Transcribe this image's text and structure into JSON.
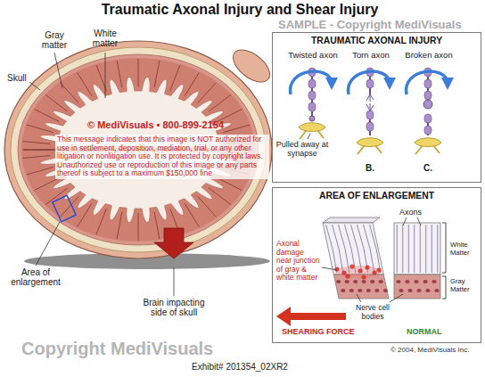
{
  "diagram": {
    "title": "Traumatic Axonal Injury and Shear Injury",
    "caption": "Exhibit# 201354_02XR2",
    "nodes": [
      {
        "text": [
          "TRAUMATIC AXONAL INJURY",
          "Twisted axon",
          "Torn axon",
          "Broken axon",
          "Pulled away at synapse",
          "B.",
          "C."
        ]
      },
      {
        "text": [
          "AREA OF ENLARGEMENT",
          "Axonal damage near junction of gray & white matter",
          "Axons",
          "White Matter",
          "Gray Matter",
          "Nerve cell bodies",
          "SHEARING FORCE",
          "NORMAL"
        ]
      }
    ],
    "labels": [
      "Gray matter",
      "White matter",
      "Skull",
      "Area of enlargement",
      "Brain impacting side of skull",
      "© MediVisuals • 800-899-2154",
      "This message indicates that this image is NOT authorized for use in settlement, deposition, mediation, trial, or any other litigation or nonlitigation use. It is protected by copyright laws. Unauthorized use or reproduction of this image or any parts thereof is subject to a maximum $150,000 fine",
      "SAMPLE - Copyright MediVisuals",
      "Copyright MediVisuals",
      "© 2004, MediVisuals Inc."
    ]
  }
}
